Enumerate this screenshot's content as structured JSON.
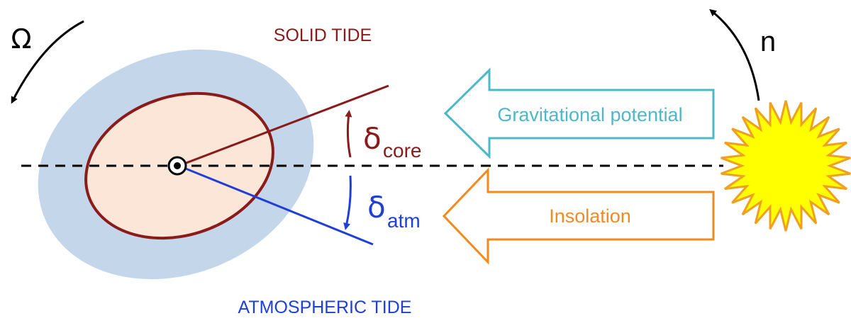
{
  "labels": {
    "solid_tide": "SOLID TIDE",
    "atmospheric_tide": "ATMOSPHERIC TIDE",
    "omega": "Ω",
    "n": "n",
    "delta_core_symbol": "δ",
    "delta_core_sub": "core",
    "delta_atm_symbol": "δ",
    "delta_atm_sub": "atm",
    "gravitational_potential": "Gravitational potential",
    "insolation": "Insolation"
  },
  "colors": {
    "solid_tide": "#8b1a1a",
    "atmospheric_tide": "#1f3fd6",
    "atmosphere_fill": "#c3d6ea",
    "core_fill": "#fbe6d8",
    "gravitational_arrow": "#4db8c8",
    "insolation_arrow": "#f28a1e",
    "sun_fill": "#ffff00",
    "sun_stroke": "#f0a020",
    "axis": "#000000"
  },
  "icons": {
    "sun": "sun-icon",
    "spin": "curved-arrow-icon",
    "orbit": "curved-arrow-icon"
  }
}
